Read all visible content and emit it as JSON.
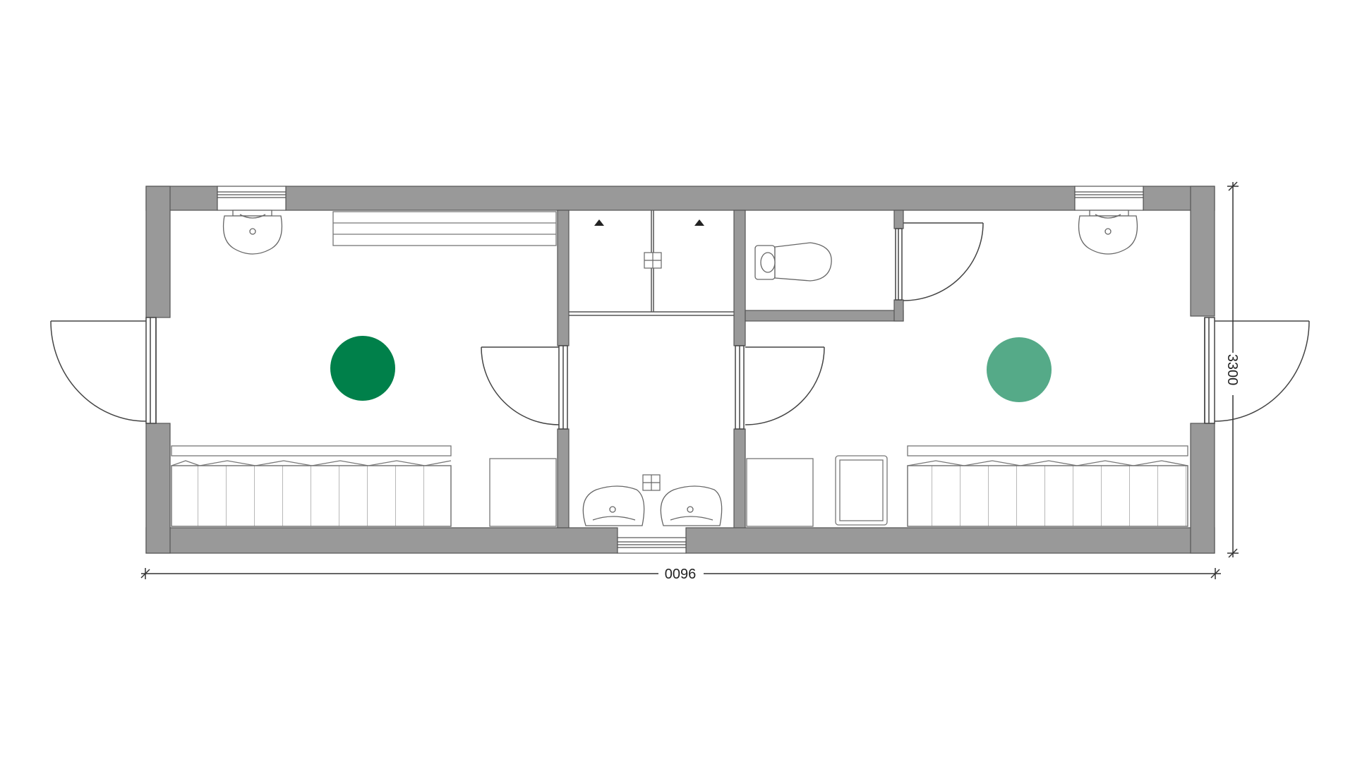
{
  "floor_plan": {
    "dimensions": {
      "width_label": "0096",
      "height_label": "3300"
    },
    "colors": {
      "wall": "#999999",
      "outline": "#5a5a5a",
      "marker_dark": "#00804a",
      "marker_light": "#55aa88"
    },
    "markers": [
      {
        "name": "room-marker-dark",
        "color": "#00804a"
      },
      {
        "name": "room-marker-light",
        "color": "#55aa88"
      }
    ]
  }
}
